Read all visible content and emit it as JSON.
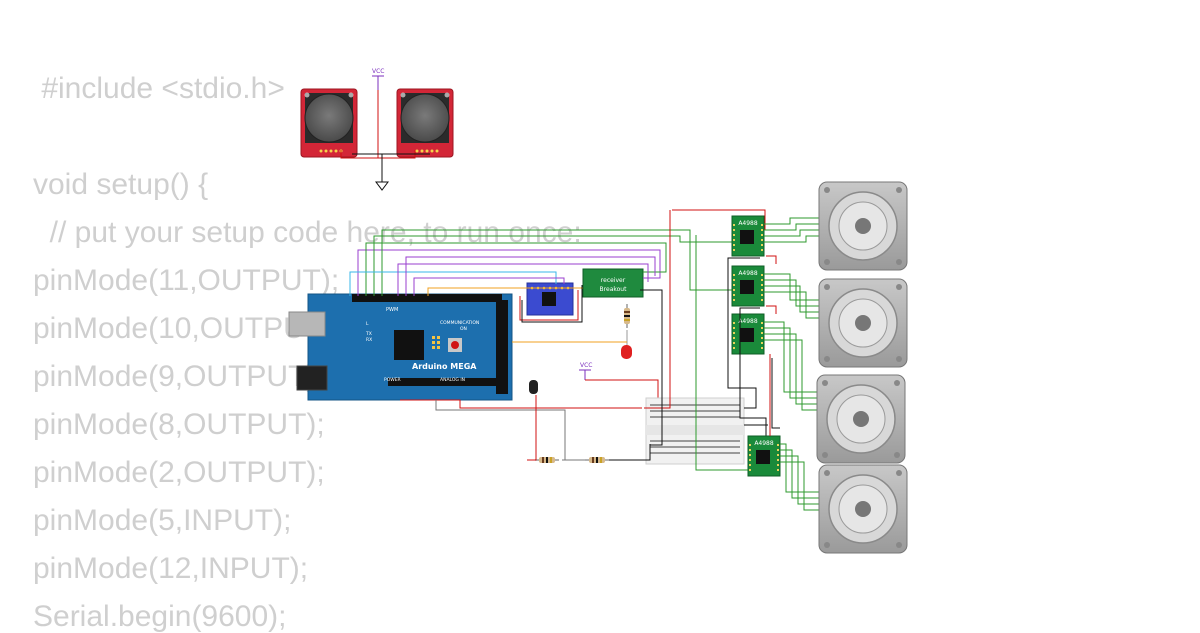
{
  "code_lines": [
    " #include <stdio.h>",
    "",
    "void setup() {",
    "  // put your setup code here, to run once:",
    "pinMode(11,OUTPUT);",
    "pinMode(10,OUTPUT);",
    "pinMode(9,OUTPUT);",
    "pinMode(8,OUTPUT);",
    "pinMode(2,OUTPUT);",
    "pinMode(5,INPUT);",
    "pinMode(12,INPUT);",
    "Serial.begin(9600);"
  ],
  "board": {
    "name": "Arduino MEGA",
    "pwm": "PWM",
    "communication": "COMMUNICATION",
    "power": "POWER",
    "analog_in": "ANALOG IN",
    "on": "ON",
    "l": "L",
    "tx": "TX",
    "rx": "RX"
  },
  "receiver": {
    "line1": "receiver",
    "line2": "Breakout"
  },
  "vcc_label": "VCC",
  "driver_label": "A4988",
  "colors": {
    "board": "#1d6fae",
    "joystick": "#d32637",
    "driver": "#1a8a3a",
    "receiver": "#1f8a3e",
    "imu": "#3b4bd0",
    "wire_red": "#d01010",
    "wire_green": "#2d9a2d",
    "wire_black": "#111111",
    "vcc": "#7b2fbe"
  }
}
